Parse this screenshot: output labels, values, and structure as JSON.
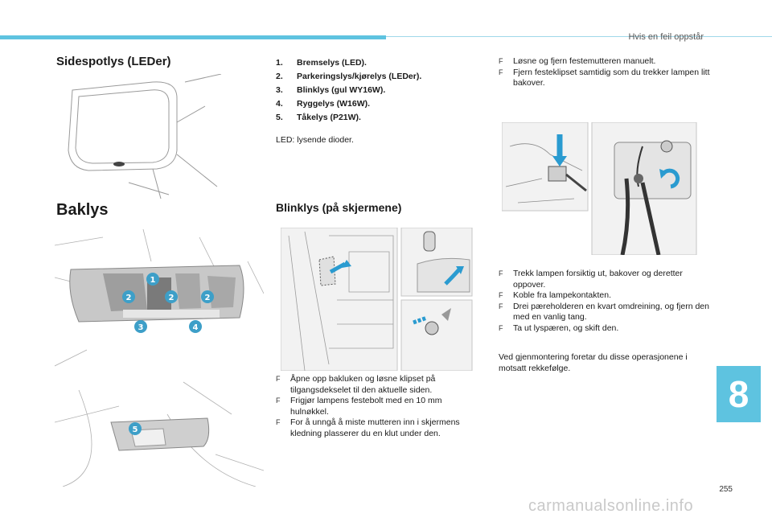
{
  "header": {
    "section": "Hvis en feil oppstår"
  },
  "headings": {
    "sidespotlys": "Sidespotlys (LEDer)",
    "baklys": "Baklys",
    "blinklys": "Blinklys (på skjermene)"
  },
  "list": [
    {
      "num": "1.",
      "text": "Bremselys (LED)."
    },
    {
      "num": "2.",
      "text": "Parkeringslys/kjørelys (LEDer)."
    },
    {
      "num": "3.",
      "text": "Blinklys (gul WY16W)."
    },
    {
      "num": "4.",
      "text": "Ryggelys (W16W)."
    },
    {
      "num": "5.",
      "text": "Tåkelys (P21W)."
    }
  ],
  "led_note": "LED: lysende dioder.",
  "bullet_marker": "F",
  "right_steps_1": [
    "Løsne og fjern festemutteren manuelt.",
    "Fjern festeklipset samtidig som du trekker lampen litt bakover."
  ],
  "right_steps_2": [
    "Trekk lampen forsiktig ut, bakover og deretter oppover.",
    "Koble fra lampekontakten.",
    "Drei pæreholderen en kvart omdreining, og fjern den med en vanlig tang.",
    "Ta ut lyspæren, og skift den."
  ],
  "mid_steps": [
    "Åpne opp bakluken og løsne klipset på tilgangsdekselet til den aktuelle siden.",
    "Frigjør lampens festebolt med en 10 mm hulnøkkel.",
    "For å unngå å miste mutteren inn i skjermens kledning plasserer du en klut under den."
  ],
  "reassembly_note": "Ved gjenmontering foretar du disse operasjonene i motsatt rekkefølge.",
  "callouts": [
    "1",
    "2",
    "2",
    "2",
    "3",
    "4",
    "5"
  ],
  "chapter_number": "8",
  "page_number": "255",
  "watermark": "carmanualsonline.info",
  "colors": {
    "accent": "#5ec3e0",
    "callout": "#3d9fc8",
    "arrow": "#2a9bd0"
  }
}
